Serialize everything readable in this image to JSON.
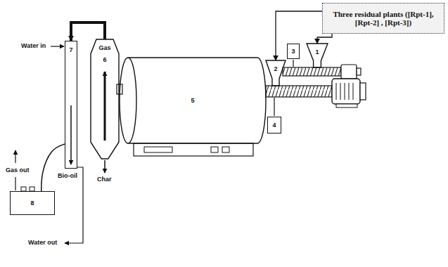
{
  "diagram": {
    "nodes": [
      {
        "text": [
          "Three residual plants ([Rpt-1], [Rpt-2] , [Rpt-3])"
        ]
      },
      {
        "text": [
          "1"
        ]
      },
      {
        "text": [
          "3"
        ]
      },
      {
        "text": [
          "2"
        ]
      },
      {
        "text": [
          "4"
        ]
      },
      {
        "text": [
          "5"
        ]
      },
      {
        "text": [
          "Gas",
          "6"
        ]
      },
      {
        "text": [
          "7"
        ]
      },
      {
        "text": [
          "8"
        ]
      }
    ],
    "edges": [
      {
        "from": 0,
        "to": 1,
        "arrow": "to"
      },
      {
        "from": 0,
        "to": 3,
        "arrow": "to"
      },
      {
        "from": 6,
        "to": 7,
        "arrow": "to"
      },
      {
        "from": 7,
        "to": 8,
        "arrow": "none"
      }
    ],
    "labels": [
      "Water in",
      "Gas out",
      "Bio-oil",
      "Char",
      "Water out"
    ]
  }
}
